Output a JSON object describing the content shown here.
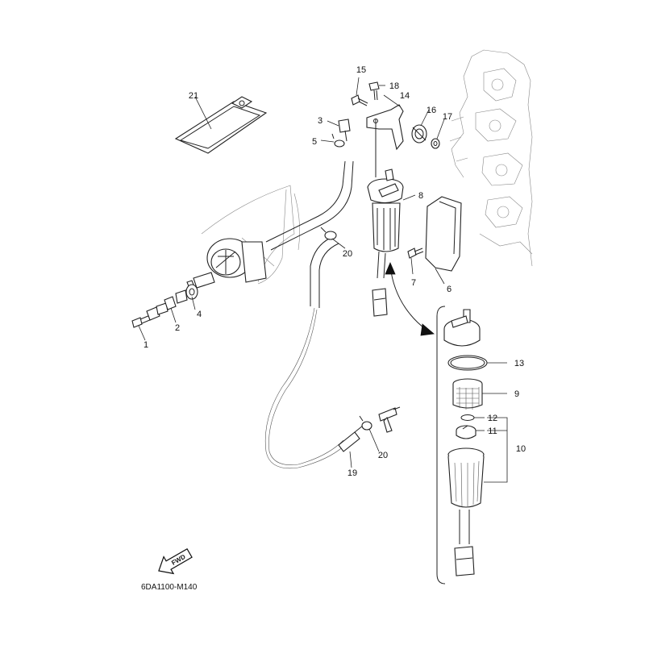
{
  "parts": [
    {
      "id": "p1",
      "label": "1"
    },
    {
      "id": "p2",
      "label": "2"
    },
    {
      "id": "p3",
      "label": "3"
    },
    {
      "id": "p4",
      "label": "4"
    },
    {
      "id": "p5",
      "label": "5"
    },
    {
      "id": "p6",
      "label": "6"
    },
    {
      "id": "p7",
      "label": "7"
    },
    {
      "id": "p8",
      "label": "8"
    },
    {
      "id": "p9",
      "label": "9"
    },
    {
      "id": "p10",
      "label": "10"
    },
    {
      "id": "p11",
      "label": "11"
    },
    {
      "id": "p12",
      "label": "12"
    },
    {
      "id": "p13",
      "label": "13"
    },
    {
      "id": "p14",
      "label": "14"
    },
    {
      "id": "p15",
      "label": "15"
    },
    {
      "id": "p16",
      "label": "16"
    },
    {
      "id": "p17",
      "label": "17"
    },
    {
      "id": "p18",
      "label": "18"
    },
    {
      "id": "p19",
      "label": "19"
    },
    {
      "id": "p20a",
      "label": "20"
    },
    {
      "id": "p20b",
      "label": "20"
    },
    {
      "id": "p21",
      "label": "21"
    }
  ],
  "diagram_code": "6DA1100-M140",
  "fwd_label": "FWD"
}
